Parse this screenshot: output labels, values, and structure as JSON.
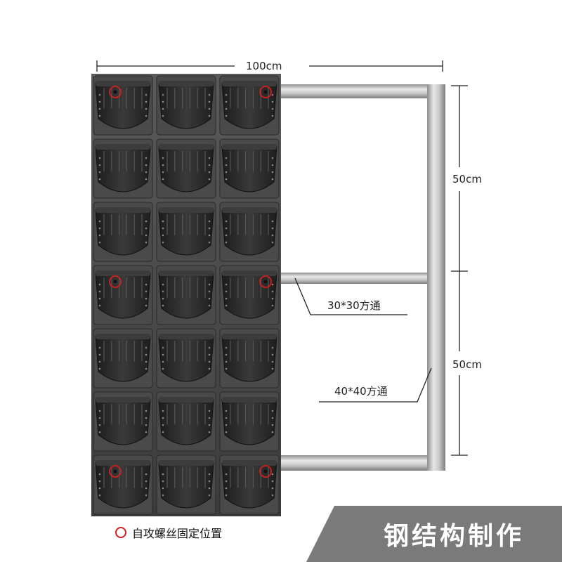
{
  "dimensions": {
    "width": "100cm",
    "height_top": "50cm",
    "height_bottom": "50cm"
  },
  "callouts": {
    "tube_small": "30*30方通",
    "tube_large": "40*40方通"
  },
  "legend": {
    "label": "自攻螺丝固定位置",
    "marker_color": "#d41f1f"
  },
  "banner": {
    "text": "钢结构制作",
    "color": "#7a7a7a"
  },
  "planter": {
    "rows": 7,
    "columns": 3,
    "screw_rows": [
      0,
      3,
      6
    ],
    "color": "#2b2b2b"
  },
  "frame": {
    "color": "#b9b9b9"
  }
}
